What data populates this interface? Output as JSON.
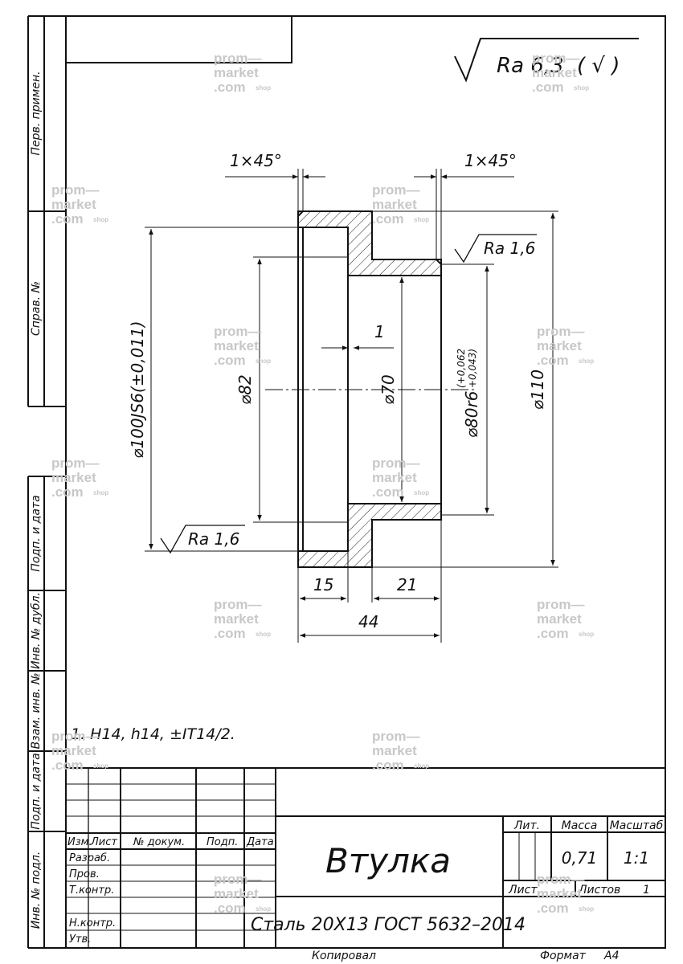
{
  "roughness": {
    "general": "Ra 6,3",
    "general_suffix": "( √ )",
    "bore": "Ra 1,6",
    "outer": "Ra 1,6"
  },
  "dimensions": {
    "chamfer_left": "1×45°",
    "chamfer_right": "1×45°",
    "d_outer_large": "⌀110",
    "d_fit_100": "⌀100JS6(±0,011)",
    "d_82": "⌀82",
    "d_70": "⌀70",
    "d_fit_80": "⌀80r6",
    "d_fit_80_upper": "(+0,062",
    "d_fit_80_lower": "+0,043)",
    "step_1": "1",
    "len_15": "15",
    "len_21": "21",
    "len_44": "44"
  },
  "notes": {
    "tolerance": "1. H14, h14, ±IT14/2."
  },
  "side_labels": {
    "perv_primen": "Перв. примен.",
    "sprav_no": "Справ. №",
    "podp_data_1": "Подп. и дата",
    "inv_dubl": "Инв. № дубл.",
    "vzam_inv": "Взам. инв. №",
    "podp_data_2": "Подп. и дата",
    "inv_podl": "Инв. № подл."
  },
  "title_block": {
    "columns": {
      "izm": "Изм.",
      "list": "Лист",
      "doc_no": "№ докум.",
      "podp": "Подп.",
      "data": "Дата"
    },
    "roles": {
      "razrab": "Разраб.",
      "prov": "Пров.",
      "t_kontr": "Т.контр.",
      "n_kontr": "Н.контр.",
      "utv": "Утв."
    },
    "part_name": "Втулка",
    "material": "Сталь 20Х13 ГОСТ 5632–2014",
    "lit_label": "Лит.",
    "massa_label": "Масса",
    "masshtab_label": "Масштаб",
    "massa_value": "0,71",
    "masshtab_value": "1:1",
    "list_label": "Лист",
    "listov_label": "Листов",
    "listov_value": "1"
  },
  "footer": {
    "kopiroval": "Копировал",
    "format_label": "Формат",
    "format_value": "A4"
  },
  "watermark": {
    "line1": "prom—",
    "line2": "market",
    "line3": ".com",
    "shop": "shop"
  }
}
